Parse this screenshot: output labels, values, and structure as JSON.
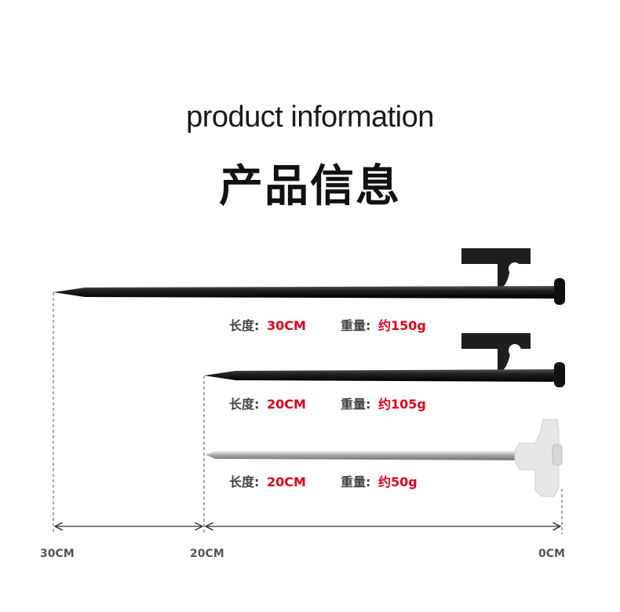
{
  "title_en": "product information",
  "title_cn": "产品信息",
  "specs": [
    {
      "length_label": "长度:",
      "length": "30CM",
      "weight_label": "重量:",
      "weight": "约150g"
    },
    {
      "length_label": "长度:",
      "length": "20CM",
      "weight_label": "重量:",
      "weight": "约105g"
    },
    {
      "length_label": "长度:",
      "length": "20CM",
      "weight_label": "重量:",
      "weight": "约50g"
    }
  ],
  "scale_ticks": [
    "30CM",
    "20CM",
    "0CM"
  ],
  "colors": {
    "accent": "#e0001b",
    "label": "#444444",
    "peg_dark": "#1a1a1a",
    "peg_steel": "#b8b8b8"
  },
  "icons": [
    "tent-peg-large-black",
    "tent-peg-medium-black",
    "tent-peg-steel-with-plastic-head",
    "dimension-arrow"
  ]
}
